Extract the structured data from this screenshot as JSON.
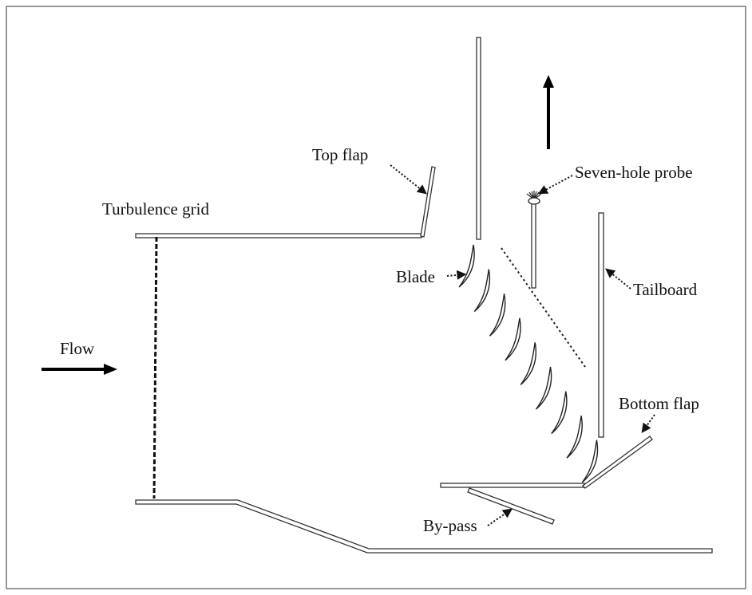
{
  "labels": {
    "top_flap": "Top flap",
    "seven_hole_probe": "Seven-hole probe",
    "turbulence_grid": "Turbulence grid",
    "blade": "Blade",
    "tailboard": "Tailboard",
    "flow": "Flow",
    "bottom_flap": "Bottom flap",
    "by_pass": "By-pass"
  },
  "cascade": {
    "blade_count": 9
  },
  "colors": {
    "ink": "#111111",
    "wall_outline": "#333333",
    "frame": "#555555",
    "background": "#ffffff"
  }
}
